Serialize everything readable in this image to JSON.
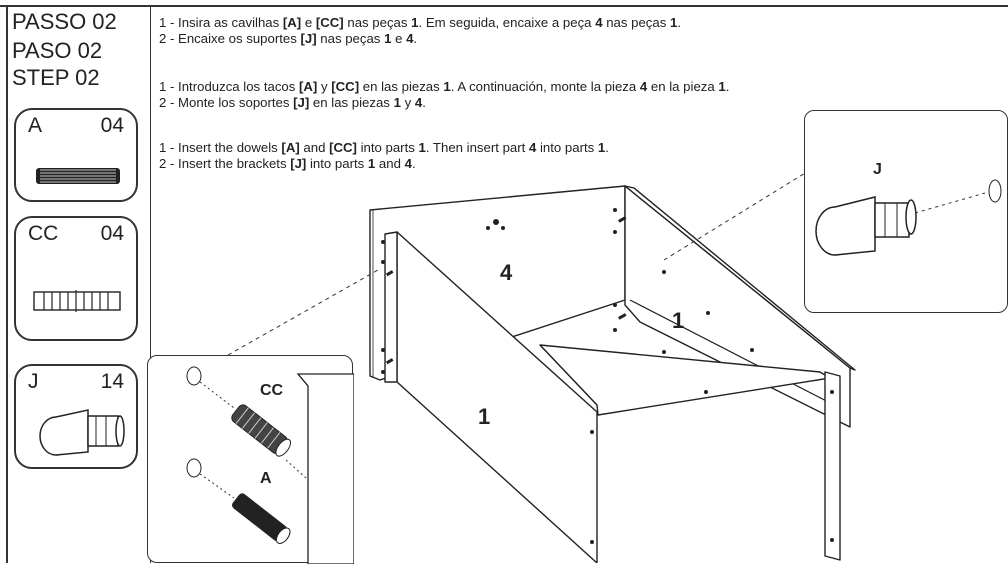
{
  "steps": {
    "pt": "PASSO 02",
    "es": "PASO 02",
    "en": "STEP 02"
  },
  "parts": [
    {
      "code": "A",
      "qty": "04",
      "icon": "dowel-icon"
    },
    {
      "code": "CC",
      "qty": "04",
      "icon": "cam-dowel-icon"
    },
    {
      "code": "J",
      "qty": "14",
      "icon": "bracket-icon"
    }
  ],
  "instructions": {
    "pt": [
      [
        {
          "t": "1 - Insira as cavilhas "
        },
        {
          "t": "[A]",
          "b": true
        },
        {
          "t": " e "
        },
        {
          "t": "[CC]",
          "b": true
        },
        {
          "t": " nas peças "
        },
        {
          "t": "1",
          "b": true
        },
        {
          "t": ". Em seguida, encaixe a peça "
        },
        {
          "t": "4",
          "b": true
        },
        {
          "t": " nas peças "
        },
        {
          "t": "1",
          "b": true
        },
        {
          "t": "."
        }
      ],
      [
        {
          "t": "2 - Encaixe os suportes "
        },
        {
          "t": "[J]",
          "b": true
        },
        {
          "t": " nas peças "
        },
        {
          "t": "1",
          "b": true
        },
        {
          "t": " e "
        },
        {
          "t": "4",
          "b": true
        },
        {
          "t": "."
        }
      ]
    ],
    "es": [
      [
        {
          "t": "1 - Introduzca los tacos "
        },
        {
          "t": "[A]",
          "b": true
        },
        {
          "t": " y "
        },
        {
          "t": "[CC]",
          "b": true
        },
        {
          "t": " en las piezas "
        },
        {
          "t": "1",
          "b": true
        },
        {
          "t": ". A continuación, monte la pieza "
        },
        {
          "t": "4",
          "b": true
        },
        {
          "t": " en la pieza "
        },
        {
          "t": "1",
          "b": true
        },
        {
          "t": "."
        }
      ],
      [
        {
          "t": "2 - Monte los soportes "
        },
        {
          "t": "[J]",
          "b": true
        },
        {
          "t": " en las piezas "
        },
        {
          "t": "1",
          "b": true
        },
        {
          "t": " y "
        },
        {
          "t": "4",
          "b": true
        },
        {
          "t": "."
        }
      ]
    ],
    "en": [
      [
        {
          "t": "1 - Insert the dowels "
        },
        {
          "t": "[A]",
          "b": true
        },
        {
          "t": " and "
        },
        {
          "t": "[CC]",
          "b": true
        },
        {
          "t": " into parts "
        },
        {
          "t": "1",
          "b": true
        },
        {
          "t": ". Then insert part "
        },
        {
          "t": "4",
          "b": true
        },
        {
          "t": " into parts "
        },
        {
          "t": "1",
          "b": true
        },
        {
          "t": "."
        }
      ],
      [
        {
          "t": "2 - Insert the brackets "
        },
        {
          "t": "[J]",
          "b": true
        },
        {
          "t": " into parts "
        },
        {
          "t": "1",
          "b": true
        },
        {
          "t": " and "
        },
        {
          "t": "4",
          "b": true
        },
        {
          "t": "."
        }
      ]
    ]
  },
  "diagram": {
    "back_panel_label": "4",
    "side_panel_label": "1",
    "front_side_label": "1",
    "bracket_inset_label": "J",
    "dowel_inset_cc_label": "CC",
    "dowel_inset_a_label": "A"
  }
}
